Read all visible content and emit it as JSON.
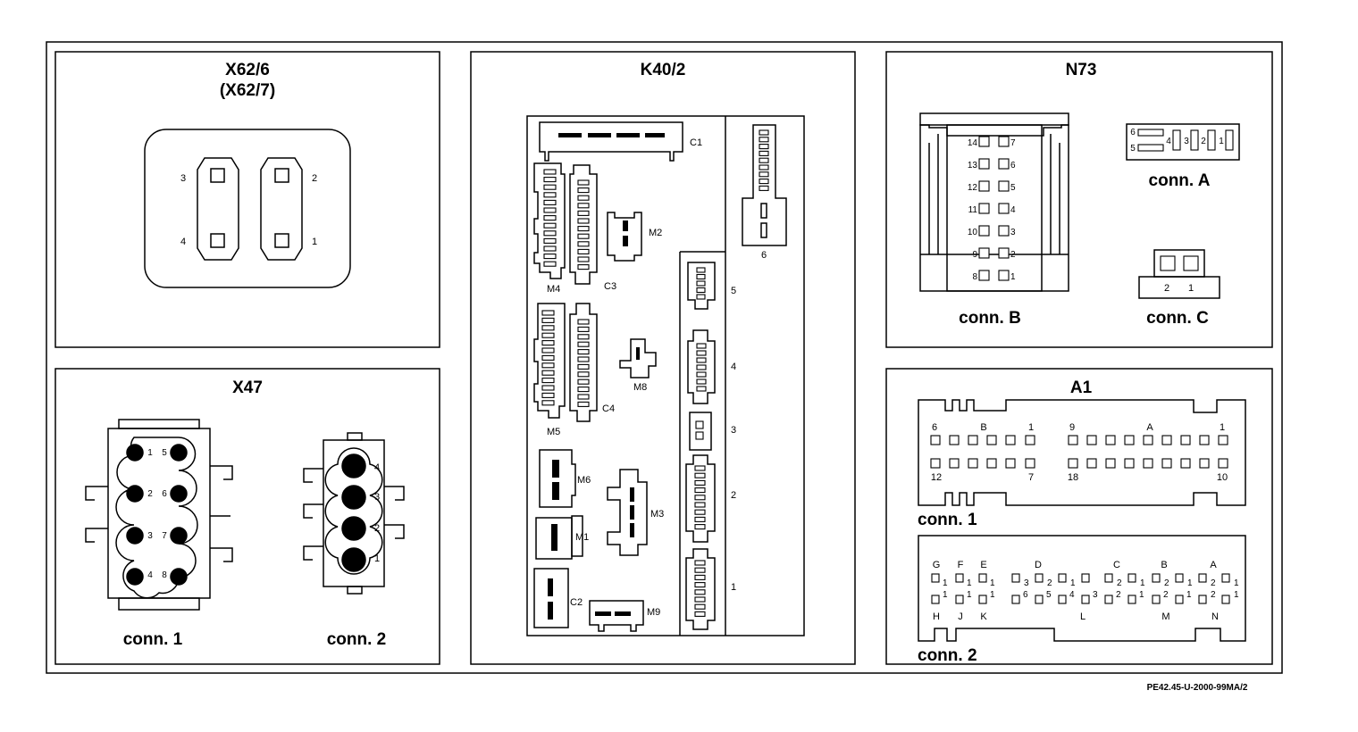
{
  "footer_code": "PE42.45-U-2000-99MA/2",
  "x62": {
    "title": "X62/6",
    "subtitle": "(X62/7)",
    "pins": [
      "1",
      "2",
      "3",
      "4"
    ]
  },
  "x47": {
    "title": "X47",
    "conn1": {
      "label": "conn. 1",
      "pins": [
        "1",
        "2",
        "3",
        "4",
        "5",
        "6",
        "7",
        "8"
      ]
    },
    "conn2": {
      "label": "conn. 2",
      "pins": [
        "1",
        "2",
        "3",
        "4"
      ]
    }
  },
  "k40": {
    "title": "K40/2",
    "labels": {
      "c1": "C1",
      "c2": "C2",
      "c3": "C3",
      "c4": "C4",
      "m1": "M1",
      "m2": "M2",
      "m3": "M3",
      "m4": "M4",
      "m5": "M5",
      "m6": "M6",
      "m8": "M8",
      "m9": "M9"
    },
    "slots": [
      "1",
      "2",
      "3",
      "4",
      "5",
      "6"
    ]
  },
  "n73": {
    "title": "N73",
    "connA": {
      "label": "conn. A",
      "pins": [
        "1",
        "2",
        "3",
        "4",
        "5",
        "6"
      ]
    },
    "connB": {
      "label": "conn. B",
      "pins": [
        "1",
        "2",
        "3",
        "4",
        "5",
        "6",
        "7",
        "8",
        "9",
        "10",
        "11",
        "12",
        "13",
        "14"
      ]
    },
    "connC": {
      "label": "conn. C",
      "pins": [
        "1",
        "2"
      ]
    }
  },
  "a1": {
    "title": "A1",
    "conn1": {
      "label": "conn. 1",
      "top_labels": [
        "6",
        "B",
        "1",
        "9",
        "A",
        "1"
      ],
      "bottom_labels": [
        "12",
        "7",
        "18",
        "10"
      ]
    },
    "conn2": {
      "label": "conn. 2",
      "top_letters": [
        "G",
        "F",
        "E",
        "D",
        "C",
        "B",
        "A"
      ],
      "bottom_letters": [
        "H",
        "J",
        "K",
        "L",
        "M",
        "N"
      ],
      "top_row_sub": [
        "1",
        "1",
        "1",
        "3",
        "2",
        "1",
        "2",
        "1",
        "2",
        "1",
        "2",
        "1"
      ],
      "bottom_row_sup": [
        "1",
        "1",
        "1",
        "6",
        "5",
        "4",
        "3",
        "2",
        "1",
        "2",
        "1",
        "2",
        "1"
      ]
    }
  }
}
